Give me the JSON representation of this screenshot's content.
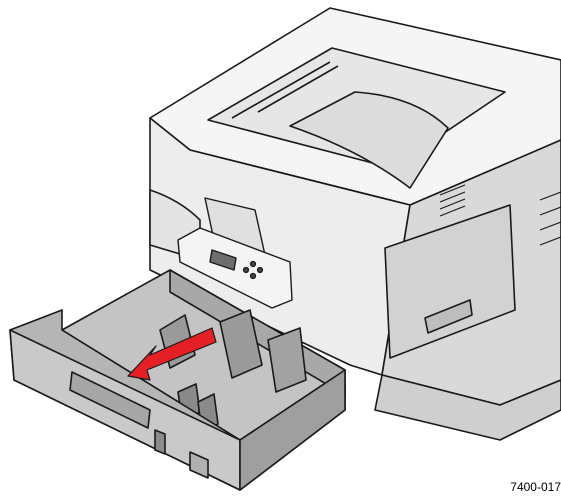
{
  "figure": {
    "code": "7400-017",
    "colors": {
      "outline": "#1a1a1a",
      "body_light": "#f2f2f2",
      "body_mid": "#d6d6d6",
      "body_dark": "#a8a8a8",
      "tray": "#bdbdbd",
      "tray_dark": "#8f8f8f",
      "arrow": "#e41f26"
    },
    "parts": {
      "printer": "printer-body",
      "control_panel": "control-panel",
      "tray": "paper-tray-drawer",
      "arrow": "pull-direction-arrow"
    }
  }
}
